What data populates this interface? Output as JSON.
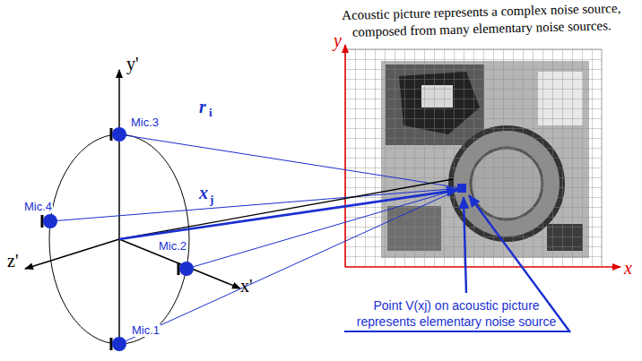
{
  "diagram": {
    "labels": [
      "Acoustic picture represents a complex noise source, composed from many elementary noise sources.",
      "y'",
      "z'",
      "x'",
      "Mic.3",
      "Mic.4",
      "Mic.2",
      "Mic.1",
      "r",
      "i",
      "x",
      "j",
      "y",
      "x",
      "Point V(xj) on acoustic picture represents elementary noise source"
    ]
  }
}
